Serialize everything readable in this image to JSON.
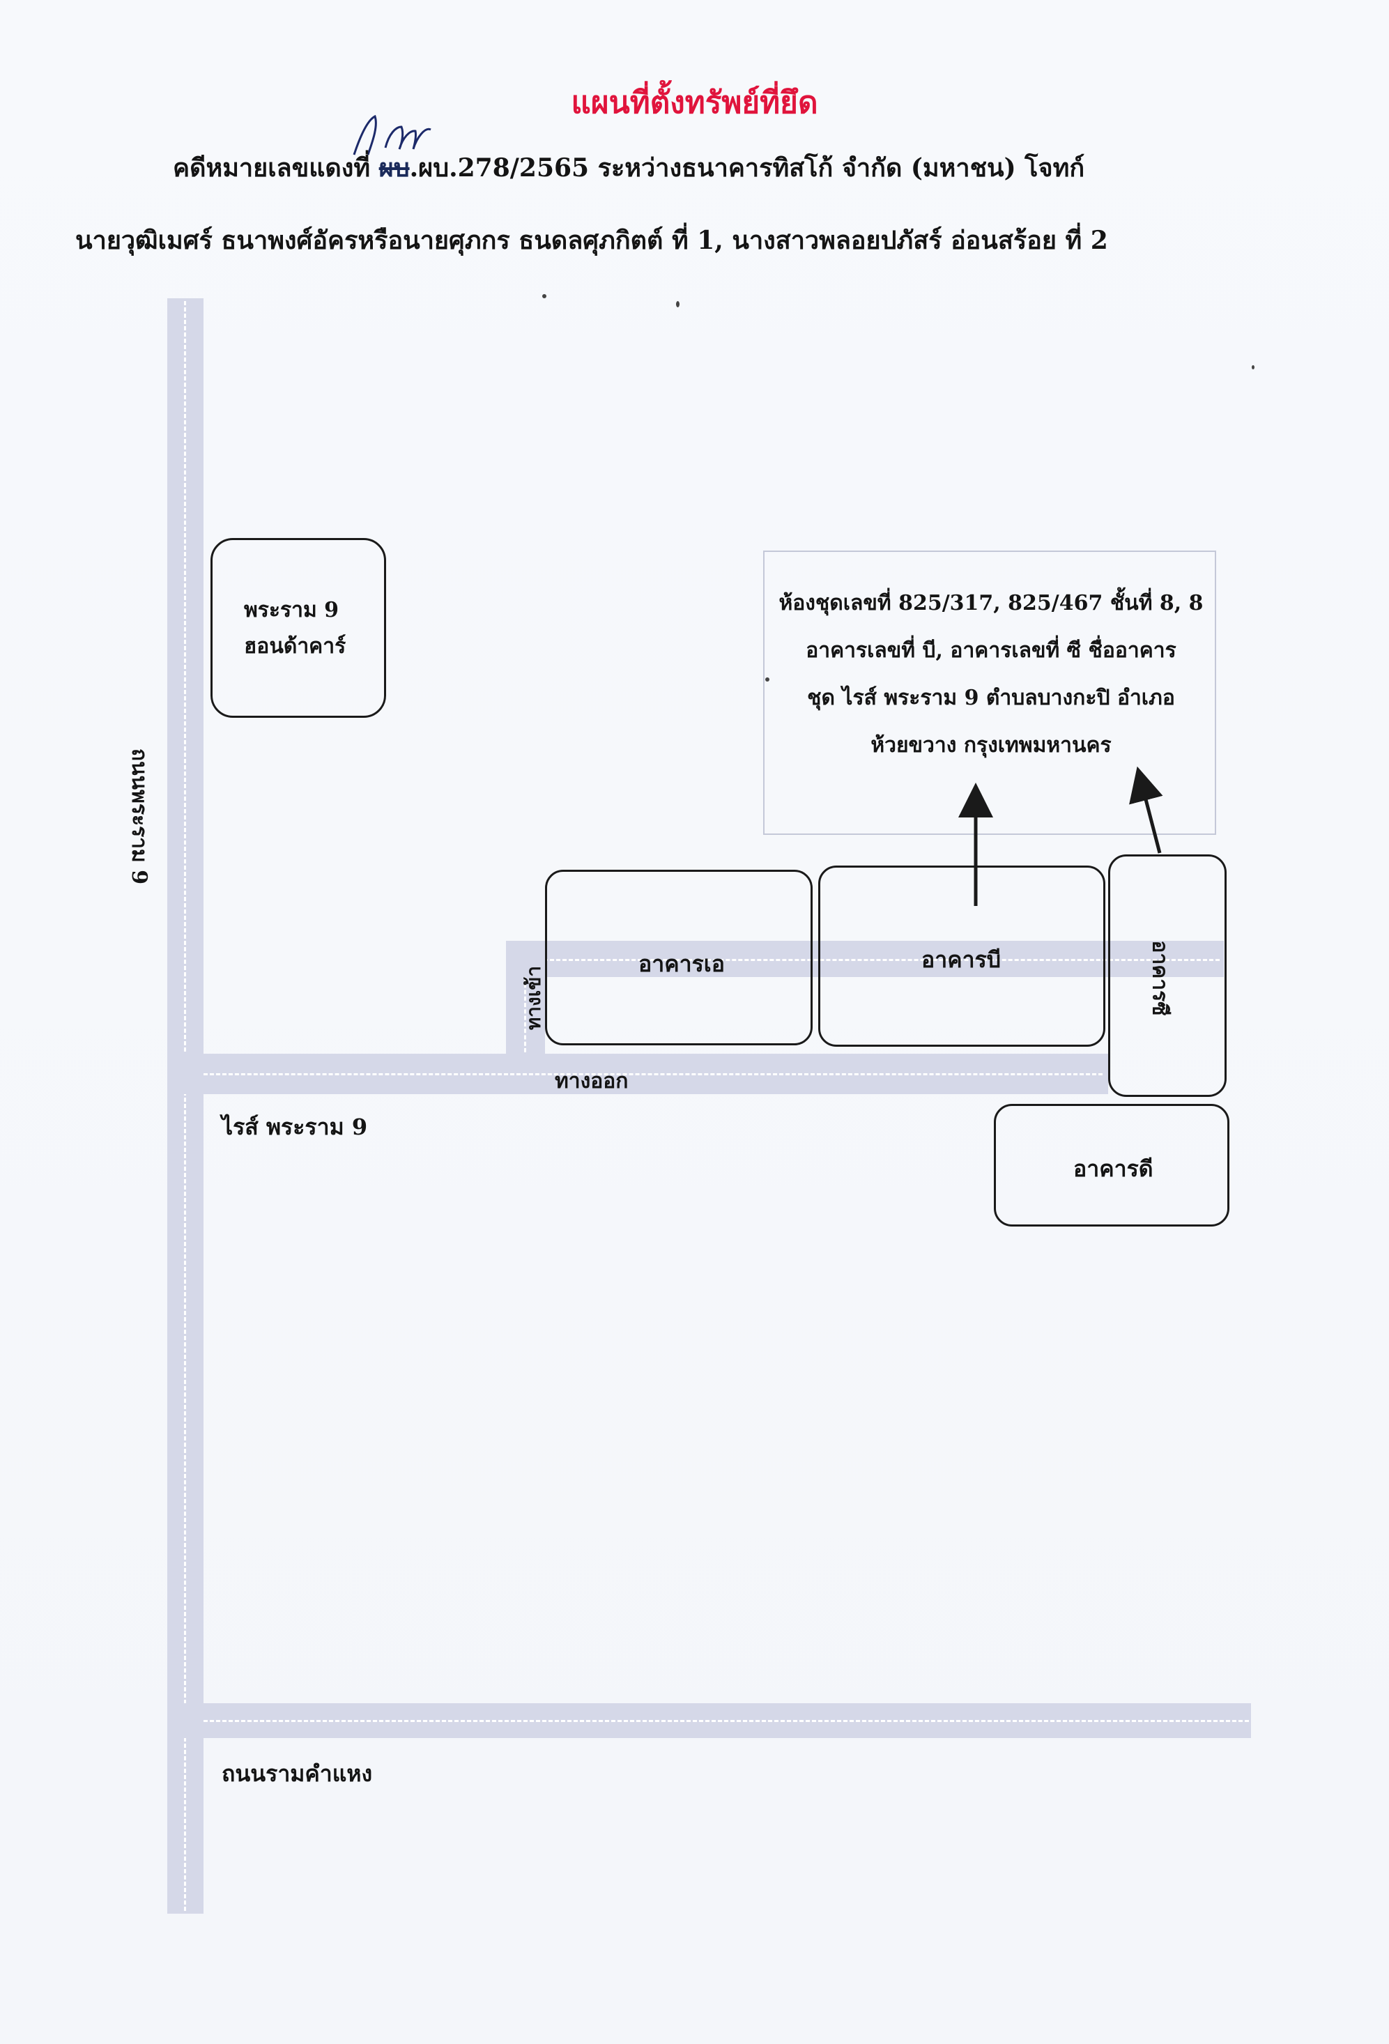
{
  "document": {
    "title": "แผนที่ตั้งทรัพย์ที่ยึด",
    "case_line": {
      "prefix": "คดีหมายเลขแดงที่ ",
      "struck_code": "ผบ",
      "suffix": ".ผบ.278/2565 ระหว่างธนาคารทิสโก้ จำกัด (มหาชน) โจทก์"
    },
    "parties_line": "นายวุฒิเมศร์  ธนาพงศ์อัครหรือนายศุภกร  ธนดลศุภกิตต์ ที่ 1, นางสาวพลอยปภัสร์  อ่อนสร้อย ที่ 2",
    "handwritten_note": "ผบ"
  },
  "map": {
    "roads": {
      "rama9_road": "ถนนพระราม 9",
      "rise_rama9": "ไรส์ พระราม 9",
      "ramkhamhaeng_road": "ถนนรามคำแหง",
      "entrance": "ทางเข้า",
      "exit": "ทางออก"
    },
    "landmark": {
      "line1": "พระราม 9",
      "line2": "ฮอนด้าคาร์"
    },
    "buildings": {
      "a": "อาคารเอ",
      "b": "อาคารบี",
      "c": "อาคารซี",
      "d": "อาคารดี"
    },
    "property_info": {
      "lines": [
        "ห้องชุดเลขที่ 825/317, 825/467 ชั้นที่ 8, 8",
        "อาคารเลขที่ บี, อาคารเลขที่ ซี ชื่ออาคาร",
        "ชุด ไรส์ พระราม 9 ตำบลบางกะปิ อำเภอ",
        "ห้วยขวาง กรุงเทพมหานคร"
      ]
    },
    "colors": {
      "road": "#d5d8e8",
      "title": "#e0143c",
      "outline": "#1a1a1a"
    }
  }
}
